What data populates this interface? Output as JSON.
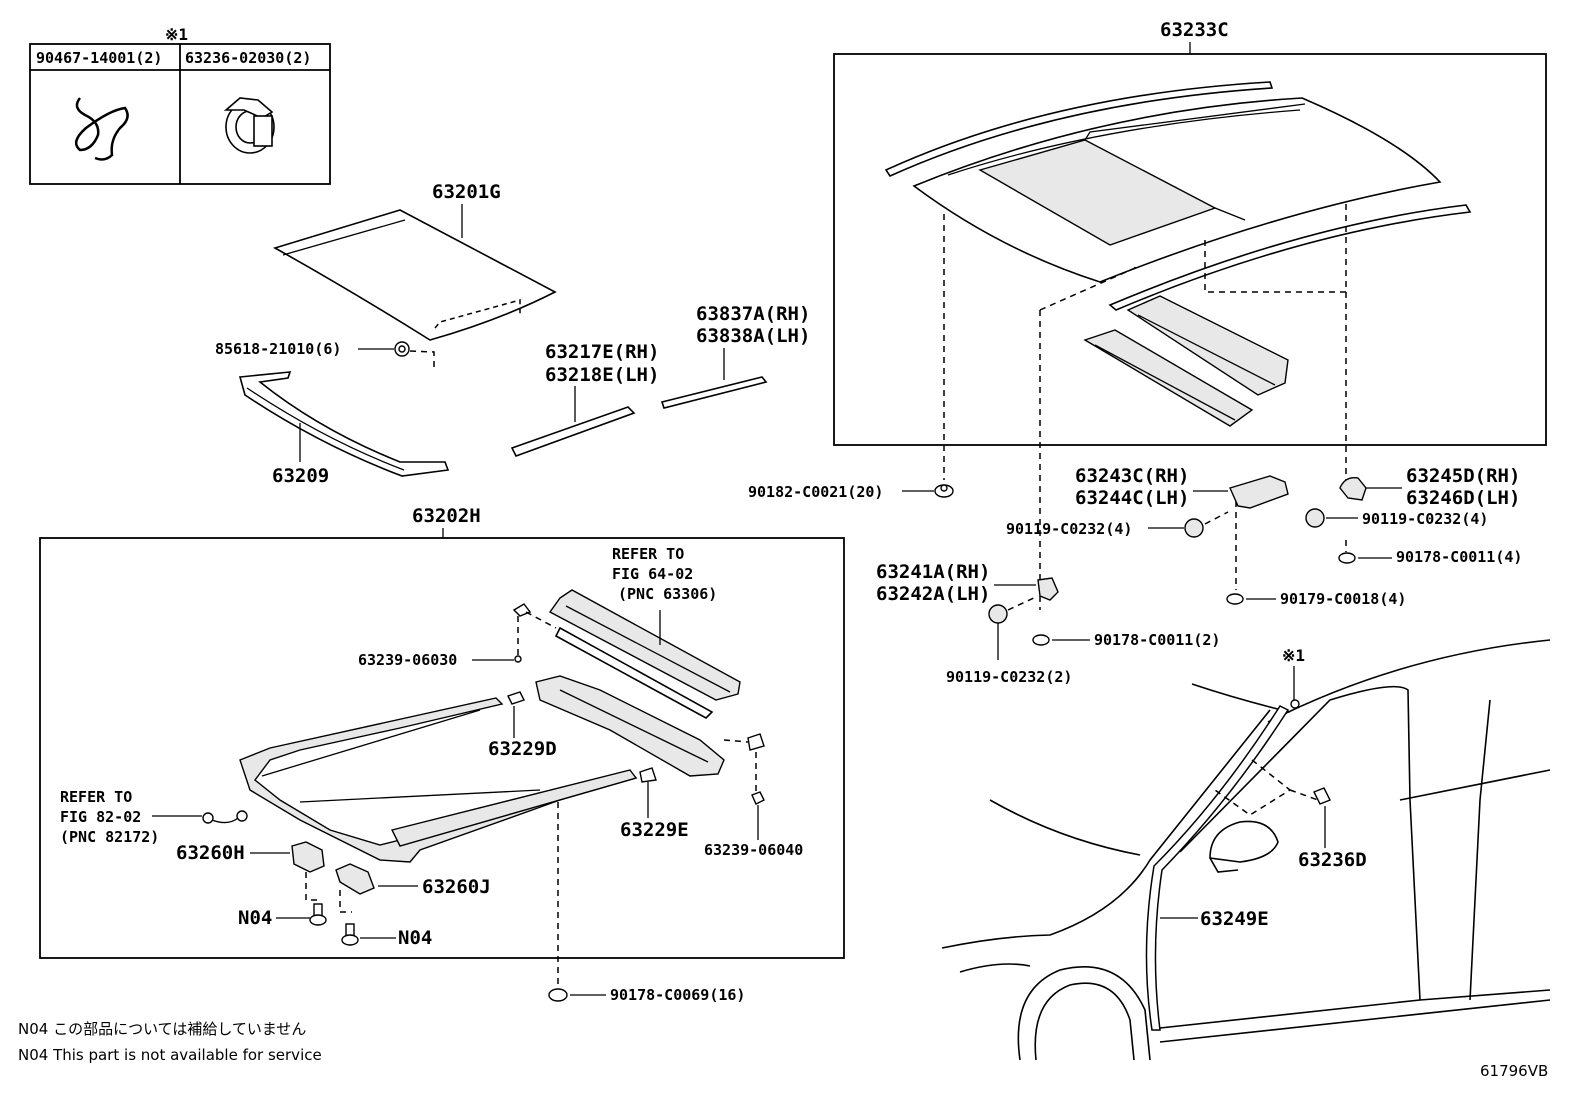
{
  "parts": {
    "clip_table": {
      "mark": "※1",
      "col1": "90467-14001(2)",
      "col2": "63236-02030(2)"
    },
    "p63201G": "63201G",
    "p85618": "85618-21010(6)",
    "p63209": "63209",
    "p63217E": "63217E(RH)",
    "p63218E": "63218E(LH)",
    "p63837A": "63837A(RH)",
    "p63838A": "63838A(LH)",
    "p63233C": "63233C",
    "p90182": "90182-C0021(20)",
    "p63243C": "63243C(RH)",
    "p63244C": "63244C(LH)",
    "p63245D": "63245D(RH)",
    "p63246D": "63246D(LH)",
    "p90119_a": "90119-C0232(4)",
    "p90119_b": "90119-C0232(4)",
    "p90178_a": "90178-C0011(4)",
    "p90179": "90179-C0018(4)",
    "p63241A": "63241A(RH)",
    "p63242A": "63242A(LH)",
    "p90178_b": "90178-C0011(2)",
    "p90119_c": "90119-C0232(2)",
    "p63202H": "63202H",
    "refer1_line1": "REFER TO",
    "refer1_line2": "FIG 64-02",
    "refer1_line3": "(PNC 63306)",
    "p63239_06030": "63239-06030",
    "p63229D": "63229D",
    "p63229E": "63229E",
    "p63239_06040": "63239-06040",
    "refer2_line1": "REFER TO",
    "refer2_line2": "FIG 82-02",
    "refer2_line3": "(PNC 82172)",
    "p63260H": "63260H",
    "p63260J": "63260J",
    "n04_a": "N04",
    "n04_b": "N04",
    "p90178_c": "90178-C0069(16)",
    "mark_car": "※1",
    "p63236D": "63236D",
    "p63249E": "63249E"
  },
  "notes": {
    "jp": "N04 この部品については補給していません",
    "en": "N04 This part is not available for service"
  },
  "figure_id": "61796VB"
}
